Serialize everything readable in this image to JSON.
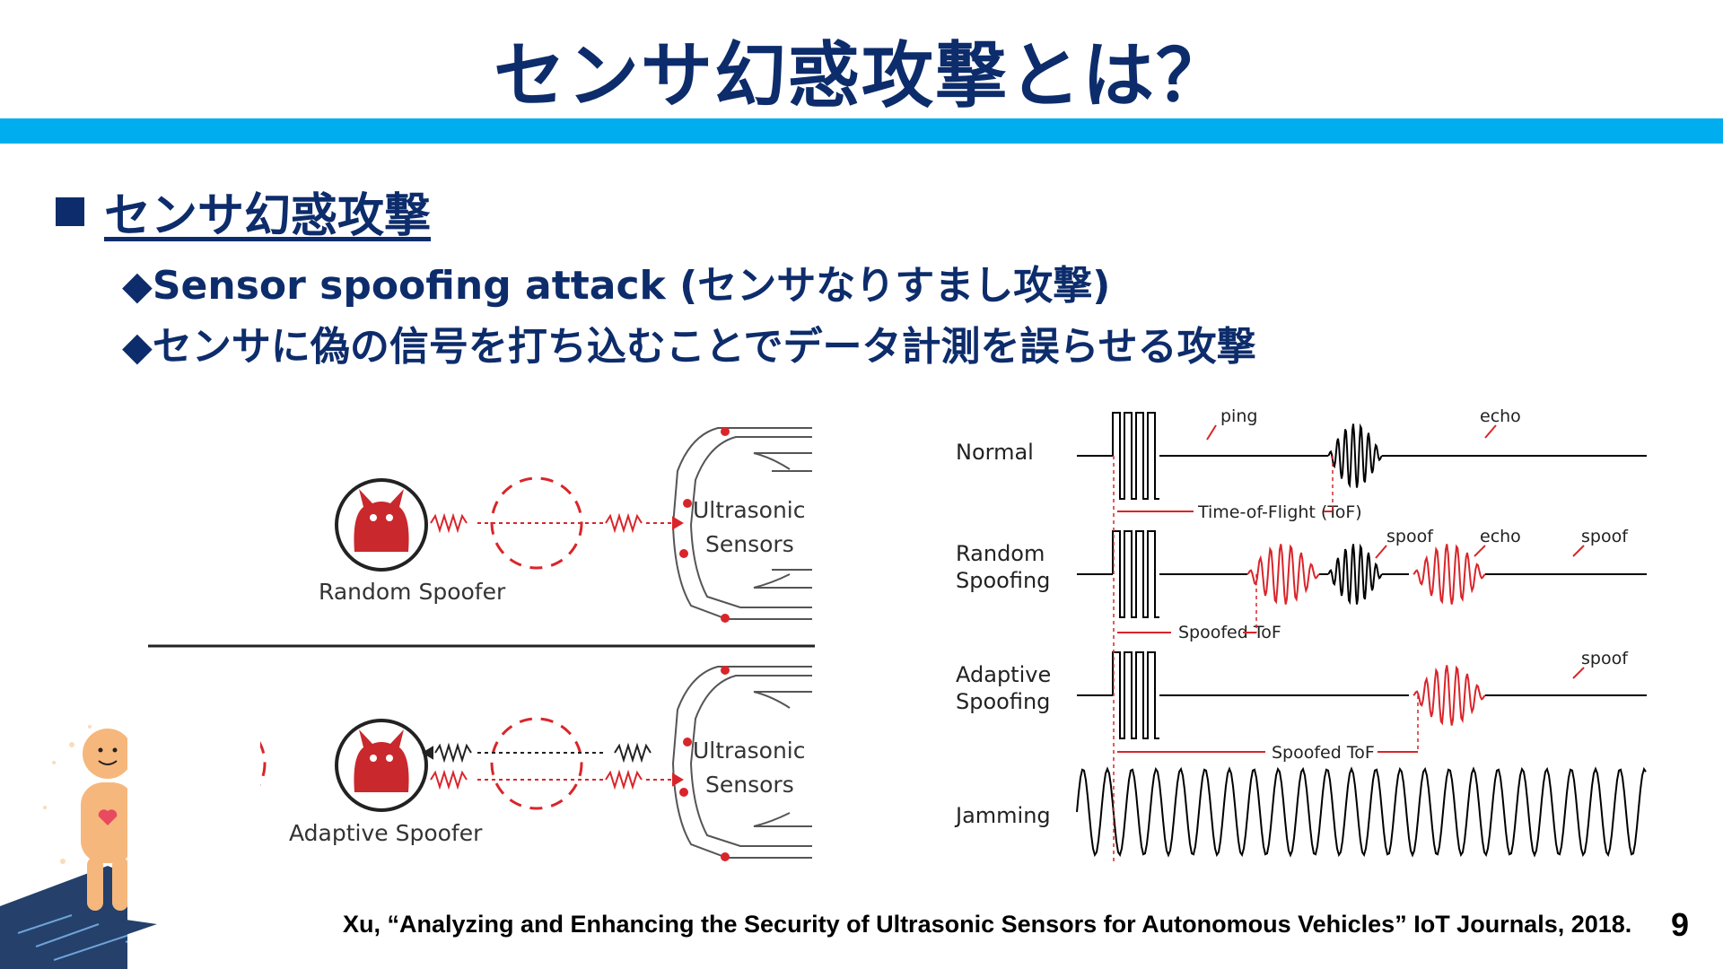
{
  "slide": {
    "title": "センサ幻惑攻撃とは？",
    "bullet": "センサ幻惑攻撃",
    "sub1": "◆Sensor spoofing attack (センサなりすまし攻撃)",
    "sub2": "◆センサに偽の信号を打ち込むことでデータ計測を誤らせる攻撃",
    "footer": "Xu, “Analyzing and Enhancing the Security of Ultrasonic Sensors for Autonomous Vehicles” IoT Journals, 2018.",
    "page_number": "9"
  },
  "left_diagram": {
    "top_label": "Random Spoofer",
    "bottom_label": "Adaptive Spoofer",
    "sensor_line1": "Ultrasonic",
    "sensor_line2": "Sensors"
  },
  "right_diagram": {
    "rows": {
      "normal": "Normal",
      "random1": "Random",
      "random2": "Spoofing",
      "adaptive1": "Adaptive",
      "adaptive2": "Spoofing",
      "jamming": "Jamming"
    },
    "annotations": {
      "ping": "ping",
      "echo": "echo",
      "spoof": "spoof",
      "tof": "Time-of-Flight (ToF)",
      "spoofed_tof": "Spoofed ToF"
    },
    "colors": {
      "signal": "#000000",
      "spoof": "#d9252a"
    }
  }
}
